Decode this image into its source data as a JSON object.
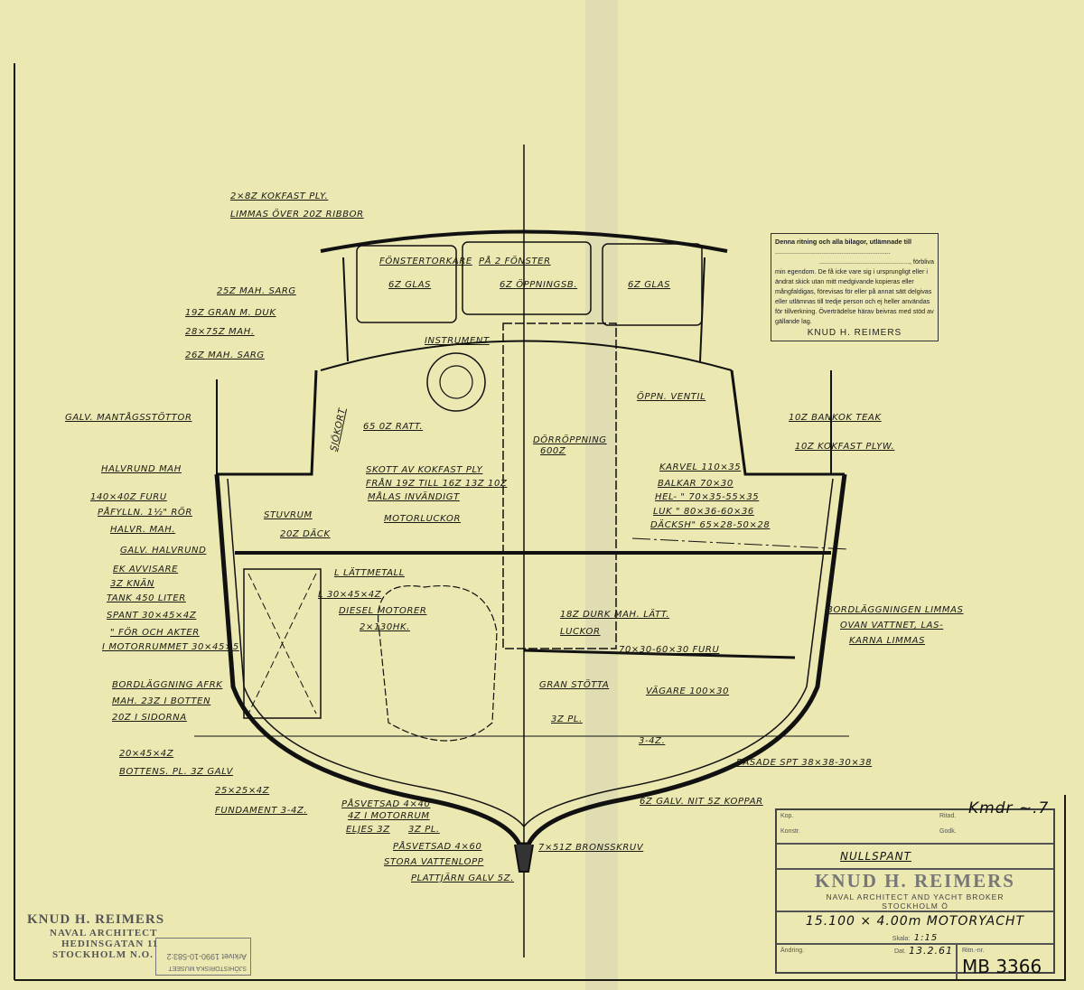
{
  "notice": {
    "lead": "Denna ritning och alla bilagor, utlämnade till",
    "dots1": "................................................................",
    "dots2": ".................................................., förbliva",
    "body": "min egendom. De få icke vare sig i ursprungligt eller i ändrat skick utan mitt medgivande kopieras eller mångfaldigas, förevisas för eller på annat sätt delgivas eller utlämnas till tredje person och ej heller användas för tillverkning. Överträdelse härav beivras med stöd av gällande lag.",
    "signature": "KNUD H. REIMERS"
  },
  "title_block": {
    "kop": "Kop.",
    "konstr": "Konstr.",
    "ritad": "Ritad.",
    "godk": "Godk.",
    "drawing_name": "NULLSPANT",
    "firm": "KNUD H. REIMERS",
    "firm_sub": "NAVAL ARCHITECT AND YACHT BROKER",
    "firm_city": "STOCKHOLM Ö",
    "project": "15.100 × 4.00m MOTORYACHT",
    "scale_label": "Skala:",
    "scale": "1:15",
    "andring": "Ändring.",
    "date_label": "Dat.",
    "date": "13.2.61",
    "drawing_no_label": "Ritn.-nr.",
    "drawing_no": "MB 3366"
  },
  "corner_stamp": {
    "line1": "KNUD H. REIMERS",
    "line2": "NAVAL ARCHITECT",
    "line3": "HEDINSGATAN 11",
    "line4": "STOCKHOLM N.O."
  },
  "museum_stamp": {
    "name": "SJÖHISTORISKA MUSEET",
    "archive": "Arkivet 1990-10-583:2"
  },
  "labels": [
    "2×8Z KOKFAST PLY.",
    "LIMMAS ÖVER 20Z RIBBOR",
    "25Z MAH. SARG",
    "19Z GRAN M. DUK",
    "28×75Z MAH.",
    "26Z MAH. SARG",
    "GALV. MANTÅGSSTÖTTOR",
    "HALVRUND MAH",
    "140×40Z FURU",
    "PÅFYLLN. 1½\" RÖR",
    "HALVR. MAH.",
    "GALV. HALVRUND",
    "EK AVVISARE",
    "3Z KNÄN",
    "TANK 450 LITER",
    "SPANT 30×45×4Z",
    "\" FÖR OCH AKTER",
    "I MOTORRUMMET 30×45×5",
    "BORDLÄGGNING AFRK",
    "MAH. 23Z I BOTTEN",
    "20Z I SIDORNA",
    "20×45×4Z",
    "BOTTENS. PL. 3Z GALV",
    "25×25×4Z",
    "FUNDAMENT 3-4Z.",
    "PÅSVETSAD 4×40",
    "4Z I MOTORRUM",
    "ELJES 3Z",
    "3Z PL.",
    "PÅSVETSAD 4×60",
    "STORA VATTENLOPP",
    "PLATTJÄRN GALV 5Z.",
    "7×51Z BRONSSKRUV",
    "6Z GALV. NIT 5Z KOPPAR",
    "BASADE SPT 38×38-30×38",
    "3-4Z.",
    "3Z PL.",
    "GRAN STÖTTA",
    "70×30-60×30 FURU",
    "VÄGARE 100×30",
    "18Z DURK MAH. LÄTT.",
    "LUCKOR",
    "DIESEL MOTORER",
    "2×130HK.",
    "L 30×45×4Z",
    "L LÄTTMETALL",
    "MOTORLUCKOR",
    "20Z DÄCK",
    "STUVRUM",
    "SKOTT AV KOKFAST PLY",
    "FRÅN 19Z TILL 16Z 13Z 10Z",
    "MÅLAS INVÄNDIGT",
    "65 0Z RATT.",
    "INSTRUMENT",
    "DÖRRÖPPNING",
    "600Z",
    "ÖPPN. VENTIL",
    "FÖNSTERTORKARE",
    "PÅ 2 FÖNSTER",
    "6Z GLAS",
    "6Z ÖPPNINGSB.",
    "6Z GLAS",
    "10Z BANKOK TEAK",
    "10Z KOKFAST PLYW.",
    "KARVEL 110×35",
    "BALKAR 70×30",
    "HEL- \" 70×35-55×35",
    "LUK \" 80×36-60×36",
    "DÄCKSH\" 65×28-50×28",
    "BORDLÄGGNINGEN LIMMAS",
    "OVAN VATTNET, LAS-",
    "KARNA LIMMAS",
    "SJÖKORT"
  ]
}
